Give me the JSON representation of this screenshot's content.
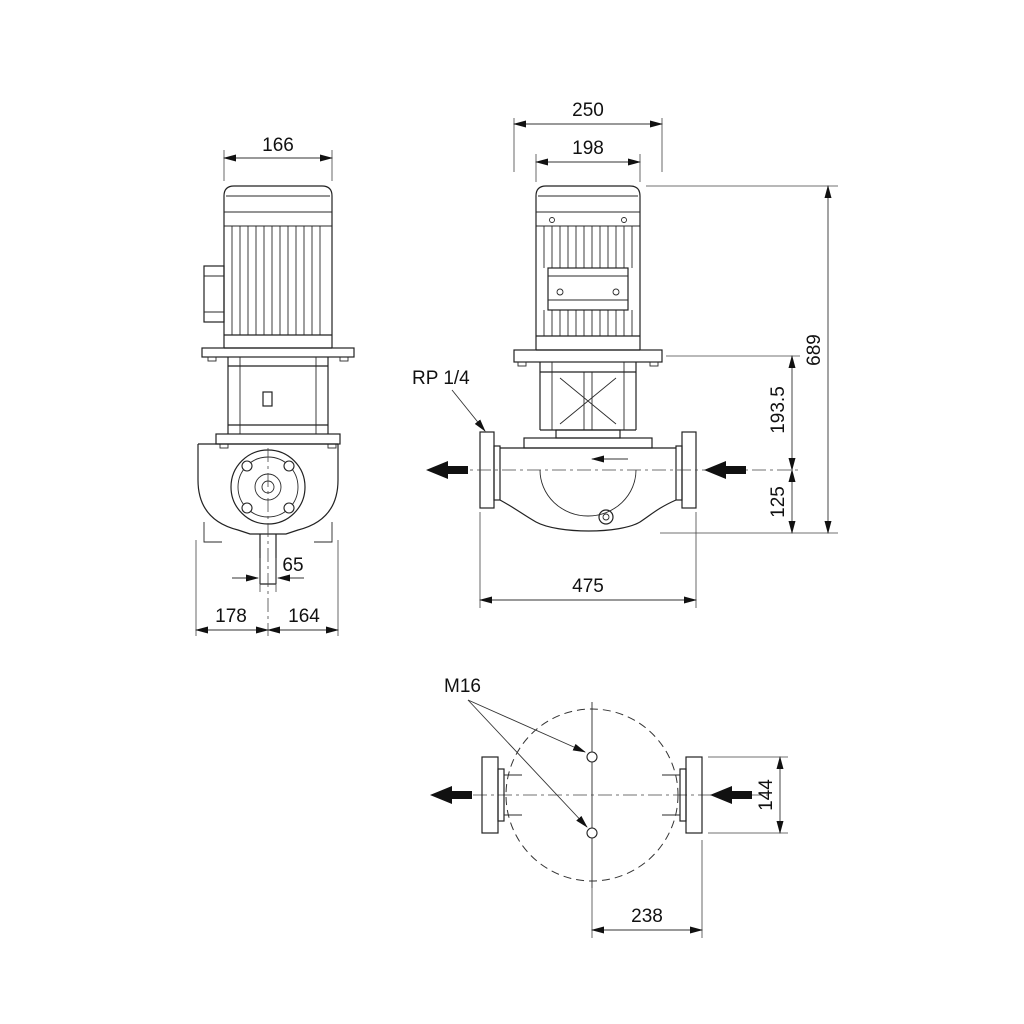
{
  "drawing": {
    "type": "technical-dimension-drawing",
    "units": "mm",
    "side_view": {
      "dim_motor_width": "166",
      "dim_port_bore": "65",
      "dim_center_to_left": "178",
      "dim_center_to_right": "164"
    },
    "front_view": {
      "dim_flange_plate_width": "250",
      "dim_motor_width": "198",
      "dim_total_height": "689",
      "dim_flange_to_port_axis": "193.5",
      "dim_port_axis_to_base": "125",
      "dim_port_to_port": "475",
      "label_gauge_tapping": "RP 1/4"
    },
    "top_view": {
      "label_bolt_size": "M16",
      "dim_bolt_spacing": "144",
      "dim_center_to_port_face": "238"
    }
  }
}
